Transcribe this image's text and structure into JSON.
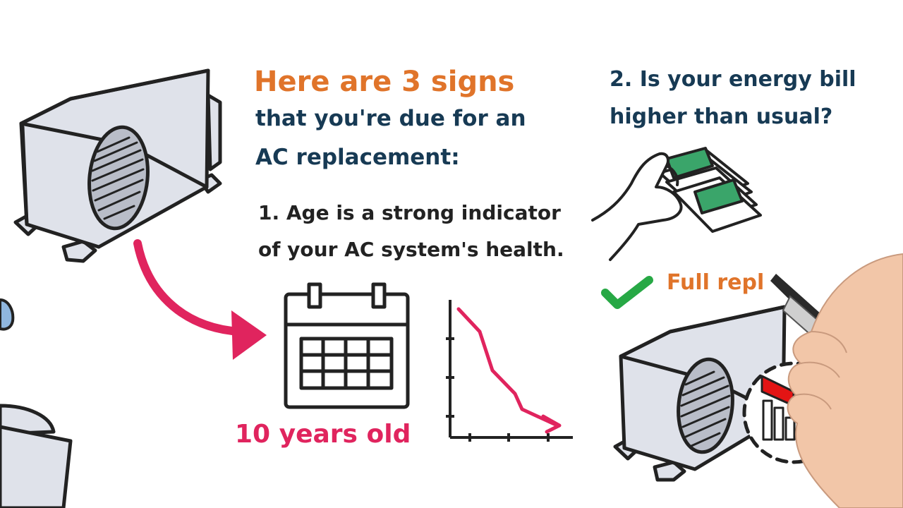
{
  "heading": {
    "title": "Here are 3 signs",
    "line1": "that you're due for an",
    "line2": "AC replacement:"
  },
  "sign1": {
    "line1": "1. Age is a strong indicator",
    "line2": "of your AC system's health.",
    "age_label": "10 years old"
  },
  "sign2": {
    "line1": "2. Is your energy bill",
    "line2": "higher than usual?"
  },
  "partial_label": "Full repl",
  "colors": {
    "orange": "#e0742a",
    "navy": "#173a54",
    "pink": "#e0245e",
    "green": "#27a845",
    "money_green": "#3aa56a",
    "unit_gray": "#dfe2ea",
    "red": "#e31414"
  },
  "icons": [
    "ac-unit-icon",
    "curved-arrow-icon",
    "calendar-icon",
    "decline-chart-icon",
    "money-hand-icon",
    "checkmark-icon",
    "new-ac-unit-icon",
    "marker-hand-icon"
  ]
}
